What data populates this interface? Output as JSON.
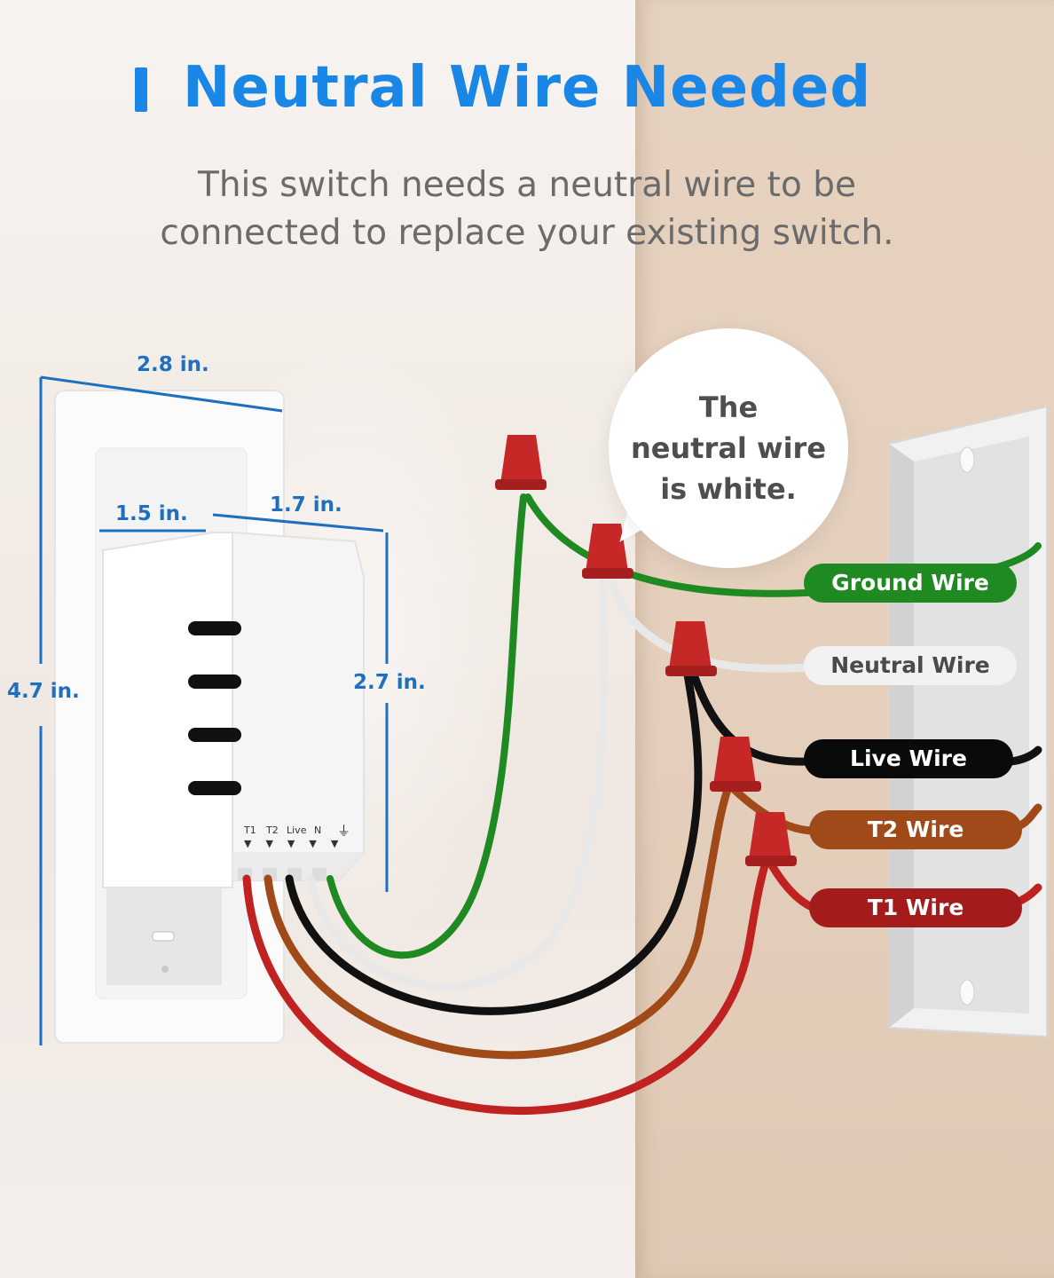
{
  "header": {
    "title": "Neutral Wire Needed",
    "subtitle_line1": "This switch needs a neutral wire to be",
    "subtitle_line2": "connected to replace your existing switch."
  },
  "dimensions": {
    "plate_width": "2.8 in.",
    "plate_height": "4.7 in.",
    "body_left_width": "1.5 in.",
    "body_depth": "1.7 in.",
    "body_height": "2.7 in."
  },
  "terminals": [
    "T1",
    "T2",
    "Live",
    "N",
    "⏚"
  ],
  "callout": {
    "line1": "The",
    "line2": "neutral wire",
    "line3": "is white."
  },
  "wires": [
    {
      "label": "Ground Wire",
      "color": "#1f8a22"
    },
    {
      "label": "Neutral Wire",
      "color": "#eeeeee"
    },
    {
      "label": "Live Wire",
      "color": "#111111"
    },
    {
      "label": "T2 Wire",
      "color": "#a04a19"
    },
    {
      "label": "T1 Wire",
      "color": "#a31b1b"
    }
  ],
  "colors": {
    "accent": "#1a86e6",
    "dimension": "#1f6fc0",
    "wire_nut": "#c62828"
  }
}
